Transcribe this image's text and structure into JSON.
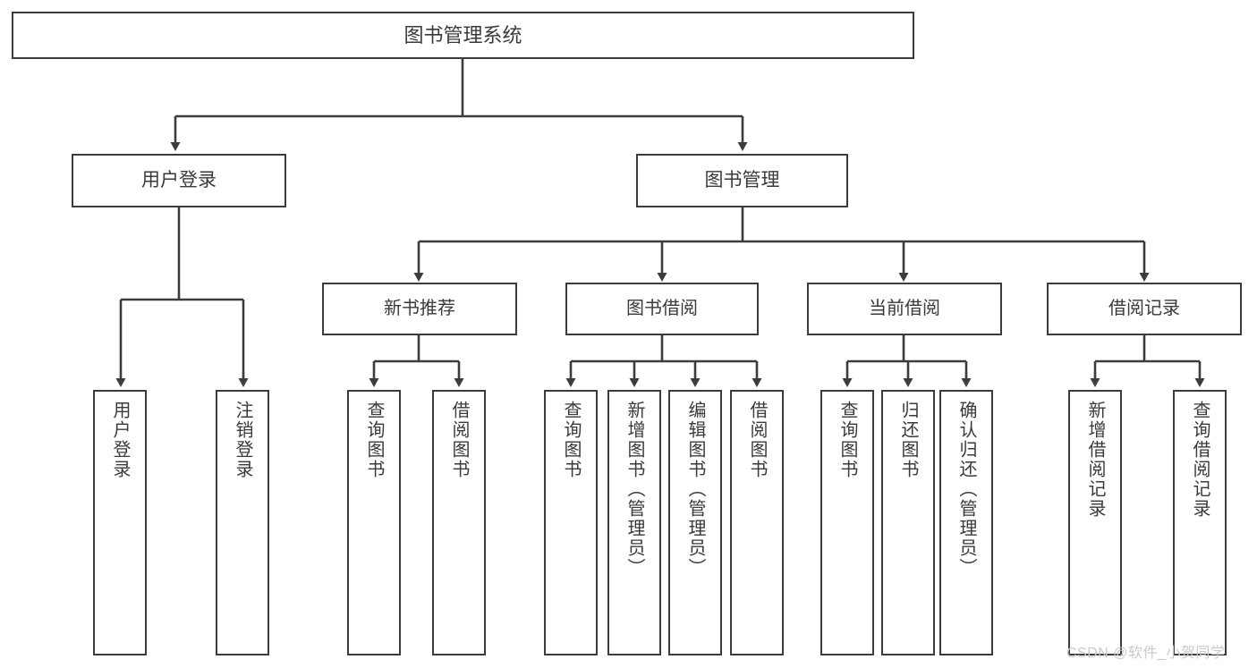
{
  "diagram": {
    "title": "图书管理系统",
    "type": "tree-hierarchy-chart",
    "stroke_color": "#3c3c3c",
    "text_color": "#3a3a3a",
    "background_color": "#ffffff"
  },
  "root": {
    "label": "图书管理系统"
  },
  "level1": [
    {
      "label": "用户登录"
    },
    {
      "label": "图书管理"
    }
  ],
  "level2": [
    {
      "label": "新书推荐"
    },
    {
      "label": "图书借阅"
    },
    {
      "label": "当前借阅"
    },
    {
      "label": "借阅记录"
    }
  ],
  "leaves": {
    "user_login": [
      {
        "label": "用户登录"
      },
      {
        "label": "注销登录"
      }
    ],
    "new_book_recommend": [
      {
        "label": "查询图书"
      },
      {
        "label": "借阅图书"
      }
    ],
    "book_borrow": [
      {
        "label": "查询图书"
      },
      {
        "label": "新增图书（管理员）"
      },
      {
        "label": "编辑图书（管理员）"
      },
      {
        "label": "借阅图书"
      }
    ],
    "current_borrow": [
      {
        "label": "查询图书"
      },
      {
        "label": "归还图书"
      },
      {
        "label": "确认归还（管理员）"
      }
    ],
    "borrow_records": [
      {
        "label": "新增借阅记录"
      },
      {
        "label": "查询借阅记录"
      }
    ]
  },
  "watermark": {
    "text": "CSDN @软件_小贺同学"
  }
}
